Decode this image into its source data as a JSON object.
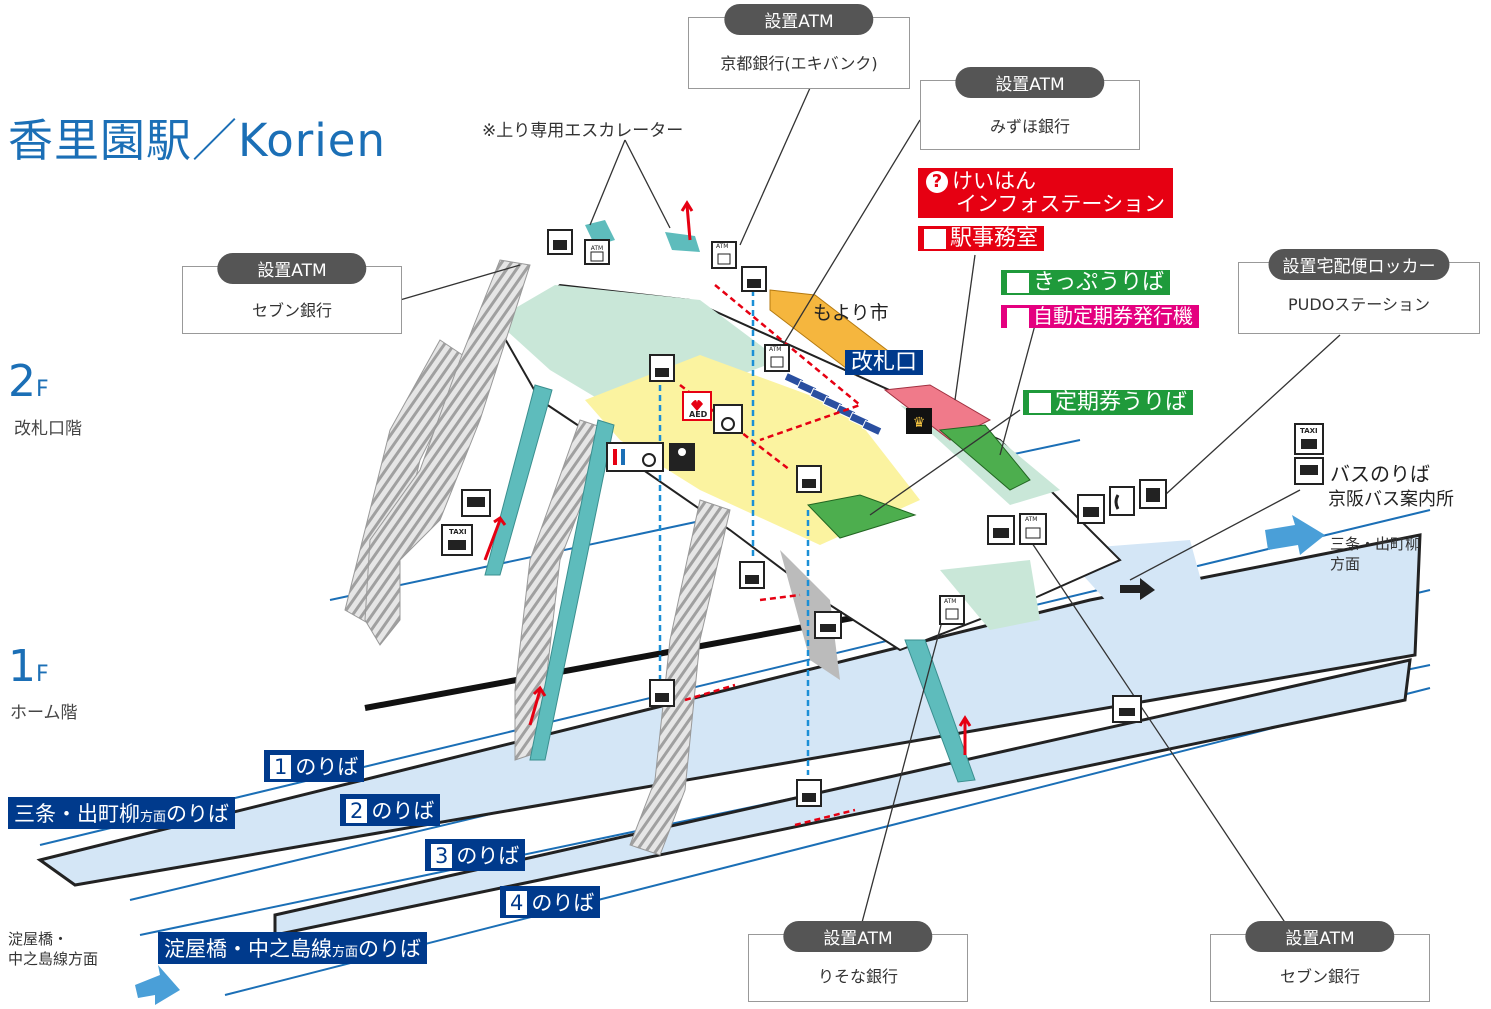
{
  "title": "香里園駅／Korien",
  "floors": {
    "f2": {
      "number": "2",
      "letter": "F",
      "name": "改札口階"
    },
    "f1": {
      "number": "1",
      "letter": "F",
      "name": "ホーム階"
    }
  },
  "escalator_note": "※上り専用エスカレーター",
  "callouts": {
    "atm_kyoto": {
      "tag": "設置ATM",
      "name": "京都銀行(エキバンク)"
    },
    "atm_mizuho": {
      "tag": "設置ATM",
      "name": "みずほ銀行"
    },
    "atm_seven_top": {
      "tag": "設置ATM",
      "name": "セブン銀行"
    },
    "locker": {
      "tag": "設置宅配便ロッカー",
      "name": "PUDOステーション"
    },
    "atm_resona": {
      "tag": "設置ATM",
      "name": "りそな銀行"
    },
    "atm_seven_bottom": {
      "tag": "設置ATM",
      "name": "セブン銀行"
    }
  },
  "facility_labels": {
    "info_line1": "けいはん",
    "info_line2": "インフォステーション",
    "info_mark": "?",
    "office": "駅事務室",
    "tickets": "きっぷうりば",
    "pass_machine": "自動定期券発行機",
    "gate": "改札口",
    "pass_office": "定期券うりば",
    "moyori": "もより市",
    "bus": "バスのりば",
    "bus_info": "京阪バス案内所"
  },
  "platforms": [
    {
      "num": "1",
      "label": "のりば"
    },
    {
      "num": "2",
      "label": "のりば"
    },
    {
      "num": "3",
      "label": "のりば"
    },
    {
      "num": "4",
      "label": "のりば"
    }
  ],
  "direction_signs": {
    "sanjo": {
      "main": "三条・出町柳",
      "small": "方面",
      "tail": "のりば"
    },
    "yodoyabashi": {
      "main": "淀屋橋・中之島線",
      "small": "方面",
      "tail": "のりば"
    }
  },
  "directions": {
    "right_line1": "三条・出町柳",
    "right_line2": "方面",
    "left_line1": "淀屋橋・",
    "left_line2": "中之島線方面"
  },
  "icon_text": {
    "aed": "AED",
    "taxi": "TAXI",
    "atm": "ATM"
  },
  "colors": {
    "brand_blue": "#1b6fb6",
    "navy": "#003a8c",
    "red": "#e60012",
    "green": "#1f9a3b",
    "magenta": "#e4007f",
    "platform": "#d4e6f6",
    "concourse_mint": "#c9e7d8",
    "concourse_yellow": "#fbf3a0",
    "escalator": "#5ebcbc",
    "moyori_orange": "#f5b63e",
    "office_pink": "#f07a8a",
    "pass_green": "#4dae4e"
  }
}
